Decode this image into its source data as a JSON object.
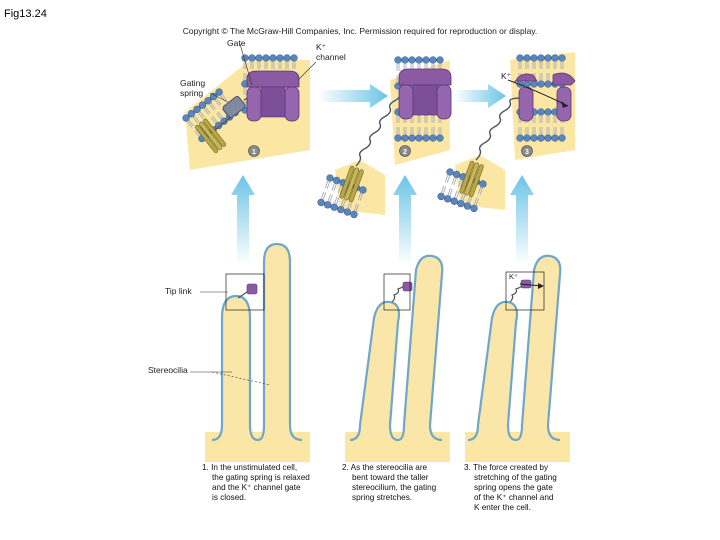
{
  "figure_label": "Fig13.24",
  "copyright": "Copyright © The McGraw-Hill Companies, Inc. Permission required for reproduction or display.",
  "labels": {
    "gate": "Gate",
    "k_channel_line1": "K⁺",
    "k_channel_line2": "channel",
    "gating_line1": "Gating",
    "gating_line2": "spring",
    "k_ion_top": "K⁺",
    "k_ion_bottom": "K⁺",
    "tip_link": "Tip link",
    "stereocilia": "Stereocilia"
  },
  "steps": [
    {
      "number": "1",
      "lines": [
        "1. In the unstimulated cell,",
        "the gating spring is relaxed",
        "and the K⁺ channel gate",
        "is closed."
      ]
    },
    {
      "number": "2",
      "lines": [
        "2. As the stereocilia are",
        "bent toward the taller",
        "stereocilium, the gating",
        "spring stretches."
      ]
    },
    {
      "number": "3",
      "lines": [
        "3. The force created by",
        "stretching of the gating",
        "spring opens the gate",
        "of the K⁺ channel and",
        "K  enter the cell."
      ]
    }
  ],
  "colors": {
    "membrane_fill": "#fbe7a3",
    "cilia_fill": "#f9e6a8",
    "cilia_outline": "#6ea7c9",
    "channel_purple": "#8a5aa3",
    "arrow_blue": "#7ccbe8",
    "lipid_blue": "#5a86bf"
  }
}
